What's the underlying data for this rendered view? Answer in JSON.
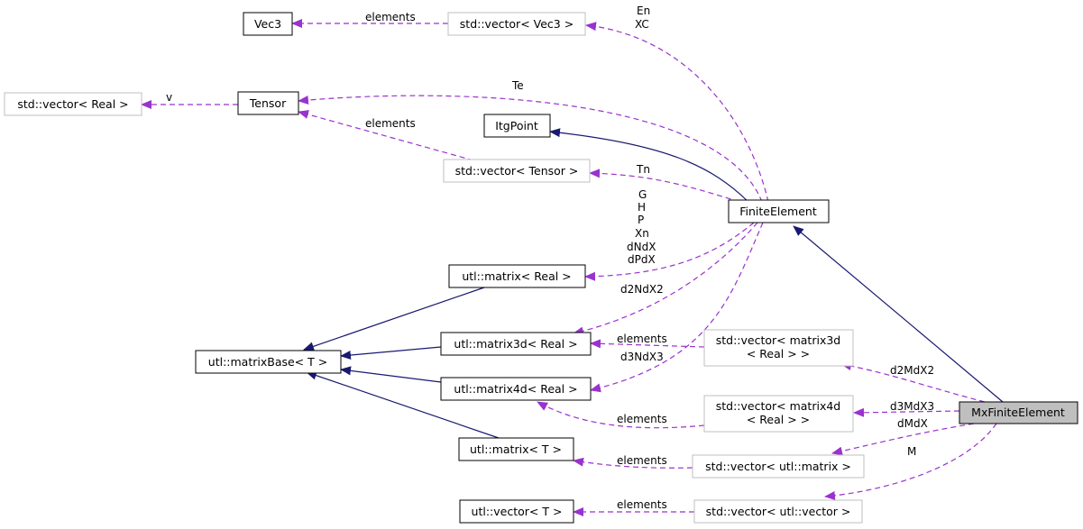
{
  "diagram": {
    "nodes": {
      "vec3": "Vec3",
      "vector_vec3": "std::vector< Vec3 >",
      "vector_real": "std::vector< Real >",
      "tensor": "Tensor",
      "itgpoint": "ItgPoint",
      "vector_tensor": "std::vector< Tensor >",
      "finite_element": "FiniteElement",
      "matrix_real": "utl::matrix< Real >",
      "matrix3d_real": "utl::matrix3d< Real >",
      "matrixbase_t": "utl::matrixBase< T >",
      "matrix4d_real": "utl::matrix4d< Real >",
      "vector_matrix3d_l1": "std::vector< matrix3d",
      "vector_matrix3d_l2": "< Real > >",
      "vector_matrix4d_l1": "std::vector< matrix4d",
      "vector_matrix4d_l2": "< Real > >",
      "mx_finite_element": "MxFiniteElement",
      "matrix_t": "utl::matrix< T >",
      "vector_utl_matrix": "std::vector< utl::matrix >",
      "vector_t": "utl::vector< T >",
      "vector_utl_vector": "std::vector< utl::vector >"
    },
    "edge_labels": {
      "elements_vec3": "elements",
      "en": "En",
      "xc": "XC",
      "v": "v",
      "te": "Te",
      "elements_tensor": "elements",
      "tn": "Tn",
      "g": "G",
      "h": "H",
      "p": "P",
      "xn": "Xn",
      "dndx": "dNdX",
      "dpdx": "dPdX",
      "d2ndx2": "d2NdX2",
      "elements_m3d": "elements",
      "d3ndx3": "d3NdX3",
      "d2mdx2": "d2MdX2",
      "d3mdx3": "d3MdX3",
      "elements_m4d": "elements",
      "dmdx": "dMdX",
      "elements_matrix": "elements",
      "m": "M",
      "elements_vector": "elements"
    },
    "colors": {
      "inheritance_edge": "#191970",
      "usage_edge": "#9a32cd",
      "focus_node_fill": "#bfbfbf",
      "external_node_border": "#bfbfbf"
    }
  }
}
